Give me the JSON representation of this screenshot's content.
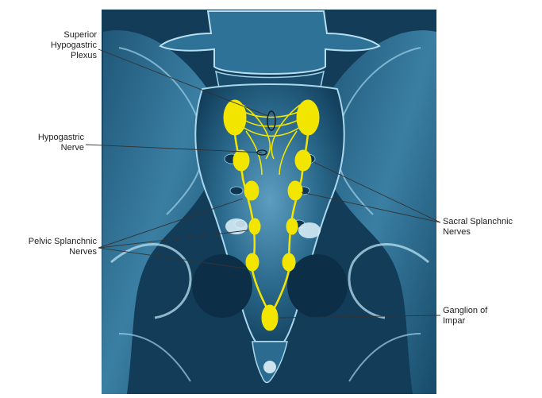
{
  "labels": {
    "superior": {
      "lines": [
        "Superior",
        "Hypogastric",
        "Plexus"
      ]
    },
    "hypogastric": {
      "lines": [
        "Hypogastric",
        "Nerve"
      ]
    },
    "pelvic": {
      "lines": [
        "Pelvic Splanchnic",
        "Nerves"
      ]
    },
    "sacral": {
      "lines": [
        "Sacral Splanchnic",
        "Nerves"
      ]
    },
    "ganglion": {
      "lines": [
        "Ganglion of",
        "Impar"
      ]
    }
  },
  "colors": {
    "background": "#ffffff",
    "bone_dark": "#0f3a56",
    "bone_mid": "#2d6f93",
    "bone_light": "#8fc4dd",
    "nerve": "#f2e600",
    "leader": "#333333"
  }
}
